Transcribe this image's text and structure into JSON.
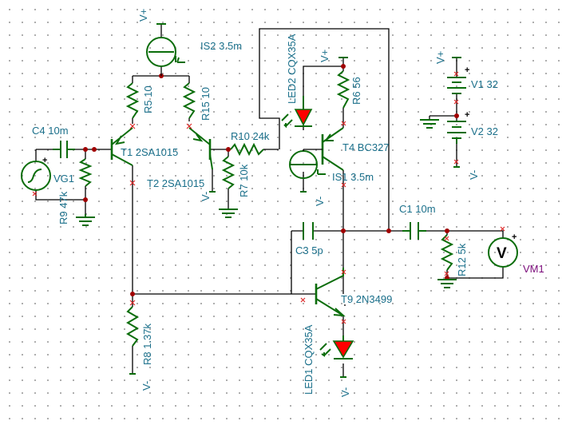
{
  "labels": {
    "is2": "IS2 3.5m",
    "led2": "LED2 CQX35A",
    "r5": "R5 10",
    "r15": "R15 10",
    "r6": "R6 56",
    "c4": "C4 10m",
    "t1": "T1 2SA1015",
    "t2": "T2 2SA1015",
    "r10": "R10 24k",
    "t4": "T4 BC327",
    "vg1": "VG1",
    "r9": "R9 47k",
    "r7": "R7 10k",
    "is1": "IS1 3.5m",
    "v1": "V1 32",
    "v2": "V2 32",
    "c1": "C1 10m",
    "c3": "C3 5p",
    "r12": "R12 5k",
    "vm1": "VM1",
    "t9": "T9 2N3499",
    "r8": "R8 1.37k",
    "led1": "LED1 CQX35A"
  },
  "rails": {
    "vplus": "V+",
    "vminus": "V-"
  },
  "glyphs": {
    "plus": "+",
    "meter": "V"
  },
  "colors": {
    "wire": "#000000",
    "component": "#0b6d0b",
    "label": "#1a6f8a",
    "led": "#ff0000",
    "node": "#a00000",
    "meter_label": "#7a0a7a"
  }
}
